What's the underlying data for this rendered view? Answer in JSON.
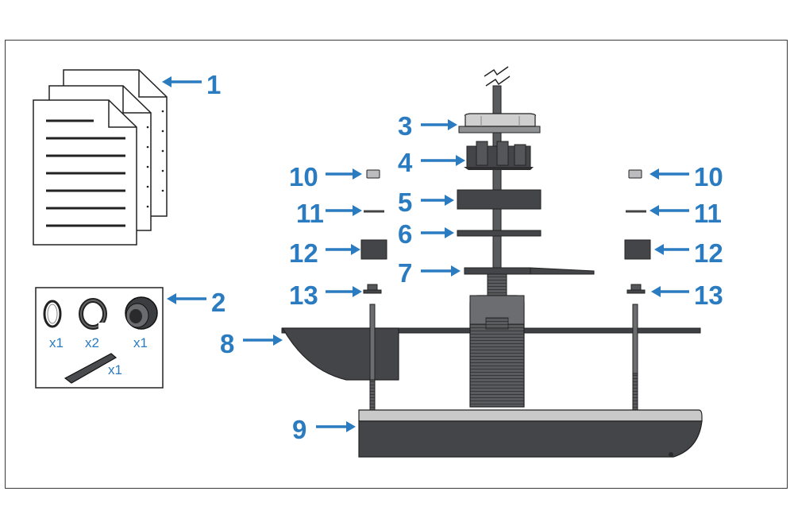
{
  "labels": {
    "l1": "1",
    "l2": "2",
    "l3": "3",
    "l4": "4",
    "l5": "5",
    "l6": "6",
    "l7": "7",
    "l8": "8",
    "l9": "9",
    "l10": "10",
    "l11": "11",
    "l12": "12",
    "l13": "13"
  },
  "kit": {
    "qty_oring": "x1",
    "qty_clip": "x2",
    "qty_cap": "x1",
    "qty_wedge": "x1"
  },
  "colors": {
    "label_blue": "#2b7bc0",
    "part_dark": "#444548",
    "part_light": "#c9c9c9"
  }
}
